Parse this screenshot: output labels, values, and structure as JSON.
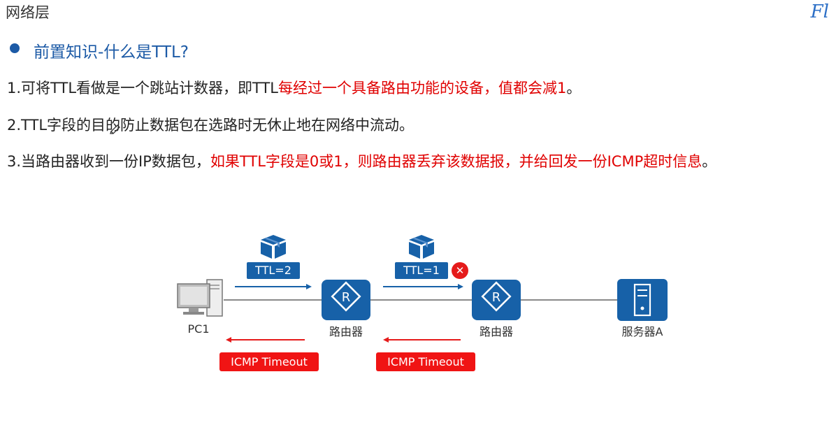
{
  "header": {
    "title": "网络层",
    "brand": "Fl"
  },
  "section": {
    "title": "前置知识-什么是TTL?"
  },
  "lines": [
    {
      "normal": "1.可将TTL看做是一个跳站计数器，即TTL",
      "red": "每经过一个具备路由功能的设备，值都会减1",
      "tail": "。"
    },
    {
      "normal": "2.TTL字段的目的防止数据包在选路时无休止地在网络中流动",
      "red": "",
      "tail": "。"
    },
    {
      "normal": "3.当路由器收到一份IP数据包，",
      "red": "如果TTL字段是0或1，则路由器丢弃该数据报，并给回发一份ICMP超时信息",
      "tail": "。"
    }
  ],
  "diagram": {
    "ttl1": "TTL=2",
    "ttl2": "TTL=1",
    "icmp1": "ICMP Timeout",
    "icmp2": "ICMP Timeout",
    "nodes": {
      "pc": "PC1",
      "router1": "路由器",
      "router2": "路由器",
      "server": "服务器A"
    },
    "colors": {
      "blue": "#1761a8",
      "red": "#f01414"
    },
    "icons": {
      "package": "package-icon",
      "pc": "computer-icon",
      "router": "router-icon",
      "server": "server-icon",
      "drop": "x-circle-icon"
    }
  }
}
